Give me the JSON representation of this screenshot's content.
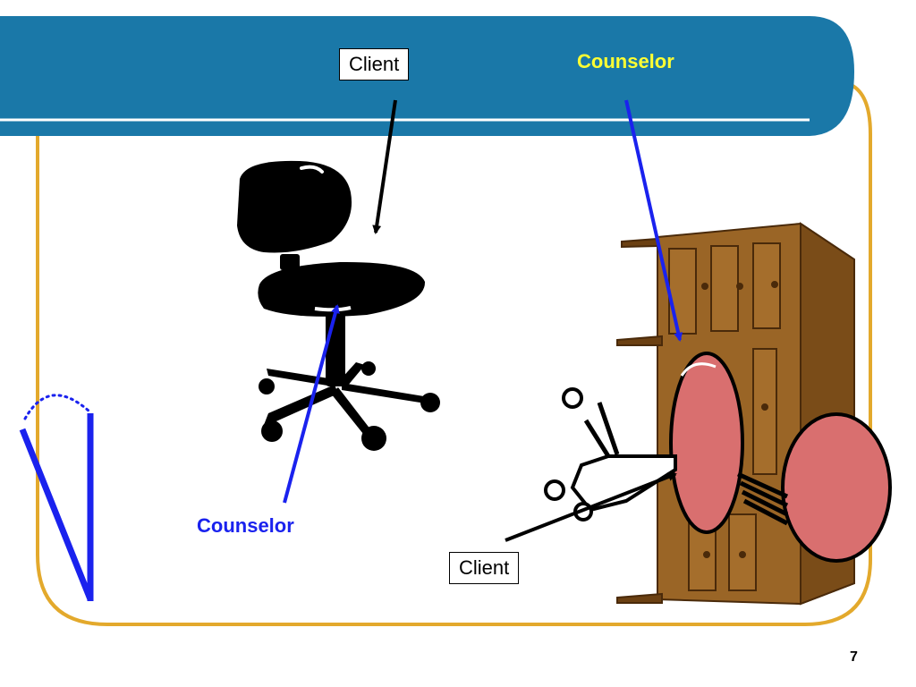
{
  "slide": {
    "page_number": "7",
    "colors": {
      "header_band": "#1a78a8",
      "frame_gold": "#e3a92c",
      "arrow_blue": "#1a22ee",
      "counselor_top_text": "#ffff33",
      "counselor_bottom_text": "#1a22ee"
    }
  },
  "labels": {
    "client_top": "Client",
    "counselor_top": "Counselor",
    "counselor_bottom": "Counselor",
    "client_bottom": "Client"
  },
  "icons": {
    "office_chair": "office-chair-icon",
    "tipped_chair": "tipped-chair-icon",
    "desk": "desk-icon"
  }
}
